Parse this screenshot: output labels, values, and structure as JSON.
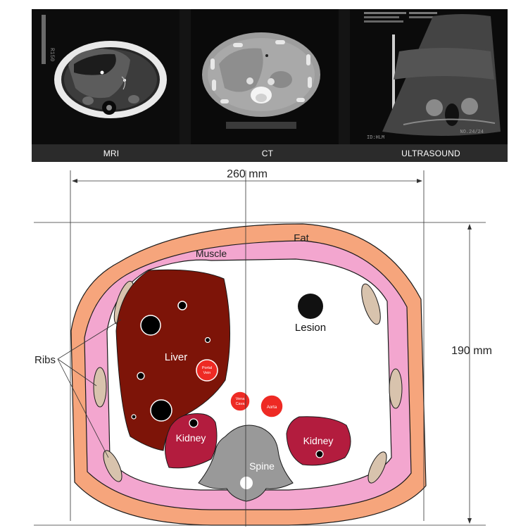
{
  "modality_strip": {
    "panels": [
      {
        "caption": "MRI",
        "vertical_label": "R150"
      },
      {
        "caption": "CT"
      },
      {
        "caption": "ULTRASOUND",
        "bottom_left": "ID:HLM",
        "bottom_right": "NO.24/24"
      }
    ]
  },
  "diagram": {
    "width_dimension": "260 mm",
    "height_dimension": "190 mm",
    "labels": {
      "fat": "Fat",
      "muscle": "Muscle",
      "ribs": "Ribs",
      "liver": "Liver",
      "portal_vein_line1": "Portal",
      "portal_vein_line2": "Vein",
      "vena_cava_line1": "Vena",
      "vena_cava_line2": "Cava",
      "aorta": "Aorta",
      "lesion": "Lesion",
      "kidney_left": "Kidney",
      "kidney_right": "Kidney",
      "spine": "Spine"
    },
    "colors": {
      "fat": "#f6a57c",
      "muscle": "#f3a6cf",
      "rib": "#d8c3ad",
      "liver": "#7d1408",
      "kidney": "#b31c3e",
      "vessel": "#ee2a24",
      "spine": "#999999",
      "lesion": "#111111"
    }
  }
}
